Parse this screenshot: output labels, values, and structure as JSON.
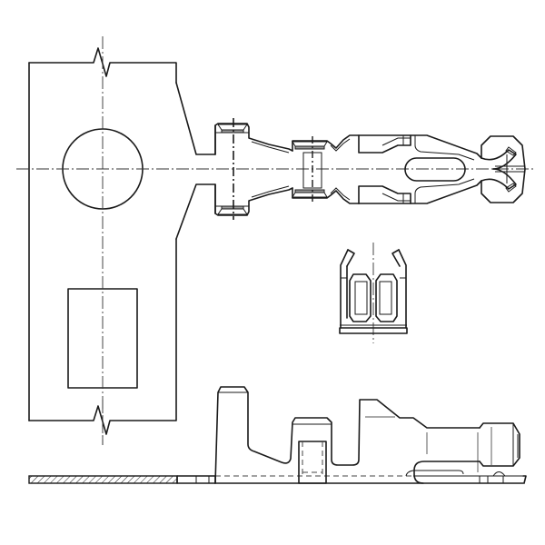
{
  "drawing": {
    "subject": "crimp terminal technical drawing",
    "colors": {
      "line": "#1a1a1a",
      "background": "#ffffff",
      "hatch": "#1a1a1a",
      "hidden_line": "#444444"
    },
    "views": [
      {
        "id": "top-view",
        "label": "Top view (plan) with carrier strip"
      },
      {
        "id": "end-view",
        "label": "End view (front)"
      },
      {
        "id": "side-view",
        "label": "Side view (elevation)"
      }
    ]
  }
}
